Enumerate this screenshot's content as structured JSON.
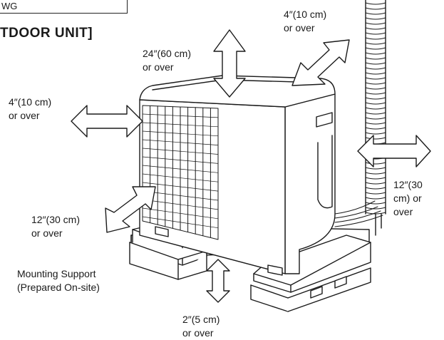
{
  "header": {
    "top_box_text": "WG",
    "heading": "TDOOR UNIT]"
  },
  "clearances": {
    "top": [
      "24″(60 cm)",
      "or over"
    ],
    "rear_top": [
      "4″(10 cm)",
      "or over"
    ],
    "left": [
      "4″(10 cm)",
      "or over"
    ],
    "right": [
      "12″(30",
      "cm) or",
      "over"
    ],
    "front": [
      "12″(30 cm)",
      "or over"
    ],
    "bottom": [
      "2″(5 cm)",
      "or over"
    ]
  },
  "mounting_support": [
    "Mounting Support",
    "(Prepared On-site)"
  ],
  "colors": {
    "line": "#1a1a1a",
    "fill": "#ffffff"
  }
}
